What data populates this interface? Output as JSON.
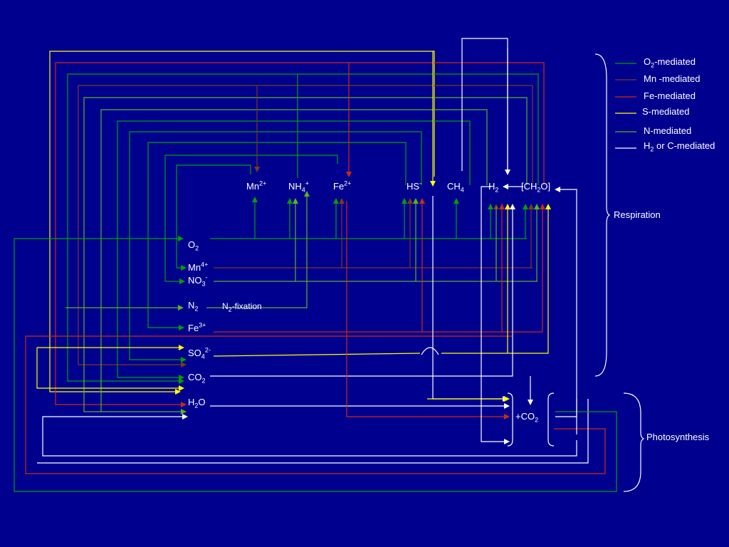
{
  "legend": [
    {
      "label": "O2-mediated",
      "color": "#00a000"
    },
    {
      "label": "Mn -mediated",
      "color": "#7a3a1a"
    },
    {
      "label": "Fe-mediated",
      "color": "#cc2a12"
    },
    {
      "label": "S-mediated",
      "color": "#ffff00"
    },
    {
      "label": "N-mediated",
      "color": "#5ab41e"
    },
    {
      "label": "H2 or C-mediated",
      "color": "#ffffff"
    }
  ],
  "groups": {
    "respiration": "Respiration",
    "photosynthesis": "Photosynthesis"
  },
  "reduced_species": {
    "mn": "Mn2+",
    "nh4": "NH4+",
    "fe": "Fe2+",
    "hs": "HS-",
    "ch4": "CH4",
    "h2": "H2",
    "ch2o": "[CH2O]"
  },
  "oxidized_species": {
    "o2": "O2",
    "mn4": "Mn4+",
    "no3": "NO3-",
    "n2": "N2",
    "fe3": "Fe3+",
    "so4": "SO42-",
    "co2": "CO2",
    "h2o": "H2O"
  },
  "annotations": {
    "n2_fixation": "N2-fixation",
    "plus_co2": "+CO2"
  }
}
